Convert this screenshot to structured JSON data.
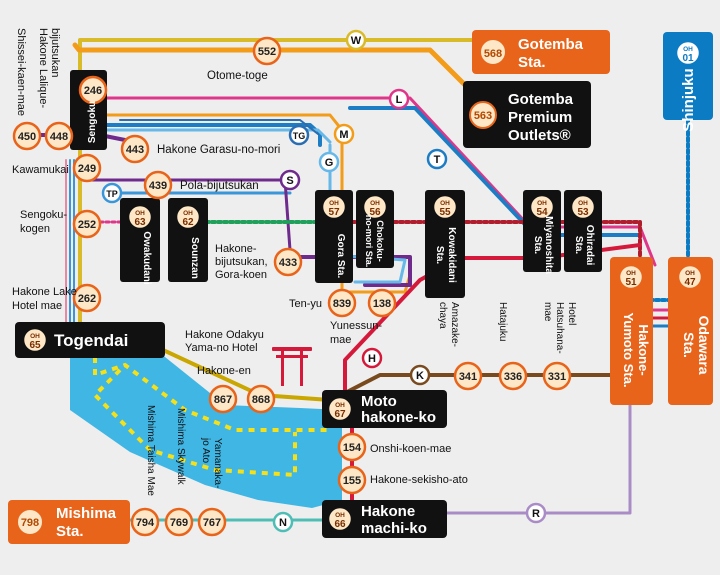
{
  "colors": {
    "bg": "#eeeeee",
    "lake": "#3fb6e4",
    "orange": "#e8641b",
    "stop_fill": "#fde7c6",
    "black": "#111111",
    "gold_line": "#c9a600",
    "tozan_red": "#d5193a",
    "cable_green": "#20a05a",
    "ropeway_purple": "#6e2b8c",
    "route_T_blue": "#1c7cc4",
    "route_M_orange": "#f39c1a",
    "route_G_blue": "#66b8e8",
    "route_W_yellow": "#d9bb2a",
    "route_L_pink": "#e0368a",
    "route_K_brown": "#7a4a1f",
    "route_N_teal": "#4dbdb5",
    "route_R_lilac": "#a98cc6",
    "route_TP_blue": "#3a96d8",
    "route_H_red": "#d5193a",
    "shinjuku_blue": "#0b7bc4"
  },
  "route_markers": [
    {
      "id": "W",
      "label": "W"
    },
    {
      "id": "L",
      "label": "L"
    },
    {
      "id": "M",
      "label": "M"
    },
    {
      "id": "TG",
      "label": "TG"
    },
    {
      "id": "T",
      "label": "T"
    },
    {
      "id": "G",
      "label": "G"
    },
    {
      "id": "S",
      "label": "S"
    },
    {
      "id": "TP",
      "label": "TP"
    },
    {
      "id": "H",
      "label": "H"
    },
    {
      "id": "K",
      "label": "K"
    },
    {
      "id": "N",
      "label": "N"
    },
    {
      "id": "R",
      "label": "R"
    }
  ],
  "stops": [
    {
      "id": "552",
      "label": "552",
      "name": "Otome-toge"
    },
    {
      "id": "246",
      "label": "246",
      "name": "Sengoku"
    },
    {
      "id": "450",
      "label": "450",
      "name": "Shissei-kaen-mae"
    },
    {
      "id": "448",
      "label": "448",
      "name": "Hakone Lalique-bijutsukan"
    },
    {
      "id": "443",
      "label": "443",
      "name": "Hakone Garasu-no-mori"
    },
    {
      "id": "249",
      "label": "249",
      "name": "Kawamukai"
    },
    {
      "id": "439",
      "label": "439",
      "name": "Pola-bijutsukan"
    },
    {
      "id": "252",
      "label": "252",
      "name": "Sengoku-kogen"
    },
    {
      "id": "262",
      "label": "262",
      "name": "Hakone Lake Hotel mae"
    },
    {
      "id": "433",
      "label": "433",
      "name": "Hakone-bijutsukan, Gora-koen"
    },
    {
      "id": "839",
      "label": "839",
      "name": "Ten-yu"
    },
    {
      "id": "138",
      "label": "138",
      "name": "Yunessun-mae"
    },
    {
      "id": "867",
      "label": "867",
      "name": "Hakone-en"
    },
    {
      "id": "868",
      "label": "868",
      "name": "Hakone Odakyu Yama-no Hotel"
    },
    {
      "id": "341",
      "label": "341",
      "name": "Amazake-chaya"
    },
    {
      "id": "336",
      "label": "336",
      "name": "Hatajuku"
    },
    {
      "id": "331",
      "label": "331",
      "name": "Hotel Hatsuhana-mae"
    },
    {
      "id": "154",
      "label": "154",
      "name": "Onshi-koen-mae"
    },
    {
      "id": "155",
      "label": "155",
      "name": "Hakone-sekisho-ato"
    },
    {
      "id": "794",
      "label": "794",
      "name": "Mishima Taisha Mae"
    },
    {
      "id": "769",
      "label": "769",
      "name": "Mishima Skywalk"
    },
    {
      "id": "767",
      "label": "767",
      "name": "Yamanaka-jo Ato"
    },
    {
      "id": "798",
      "label": "798"
    },
    {
      "id": "568",
      "label": "568"
    },
    {
      "id": "563",
      "label": "563"
    }
  ],
  "labels": {
    "shissei": "Shissei-kaen-mae",
    "lalique": [
      "Hakone Lalique-",
      "bijutsukan"
    ],
    "otome": "Otome-toge",
    "garasu": "Hakone Garasu-no-mori",
    "kawamukai": "Kawamukai",
    "pola": "Pola-bijutsukan",
    "sengoku_kogen": [
      "Sengoku-",
      "kogen"
    ],
    "lake_hotel": [
      "Hakone Lake",
      "Hotel mae"
    ],
    "bijutsukan": [
      "Hakone-",
      "bijutsukan,",
      "Gora-koen"
    ],
    "tenyu": "Ten-yu",
    "yunessun": [
      "Yunessun-",
      "mae"
    ],
    "odakyu": [
      "Hakone Odakyu",
      "Yama-no Hotel"
    ],
    "hakone_en": "Hakone-en",
    "amazake": [
      "Amazake-",
      "chaya"
    ],
    "hatajuku": "Hatajuku",
    "hatsuhana": [
      "Hotel",
      "Hatsuhana-",
      "mae"
    ],
    "onshi": "Onshi-koen-mae",
    "sekisho": "Hakone-sekisho-ato",
    "taisha": "Mishima Taisha Mae",
    "skywalk": "Mishima Skywalk",
    "yamanaka": [
      "Yamanaka-",
      "jo Ato"
    ]
  },
  "stations": {
    "sengoku": {
      "name": "Sengoku"
    },
    "gotemba": {
      "code": "568",
      "name": [
        "Gotemba",
        "Sta."
      ]
    },
    "outlets": {
      "code": "563",
      "name": [
        "Gotemba",
        "Premium",
        "Outlets®"
      ]
    },
    "shinjuku": {
      "oh": "OH",
      "num": "01",
      "name": "Shinjuku"
    },
    "owakudani": {
      "oh": "OH",
      "num": "63",
      "name": "Owakudani"
    },
    "sounzan": {
      "oh": "OH",
      "num": "62",
      "name": "Sounzan"
    },
    "gora": {
      "oh": "OH",
      "num": "57",
      "name": "Gora Sta."
    },
    "chokoku": {
      "oh": "OH",
      "num": "56",
      "name": [
        "Chokoku-",
        "no-mori Sta."
      ]
    },
    "kowakidani": {
      "oh": "OH",
      "num": "55",
      "name": [
        "Kowakidani",
        "Sta."
      ]
    },
    "miyanoshita": {
      "oh": "OH",
      "num": "54",
      "name": [
        "Miyanoshita",
        "Sta."
      ]
    },
    "ohiradai": {
      "oh": "OH",
      "num": "53",
      "name": [
        "Ohiradai",
        "Sta."
      ]
    },
    "yumoto": {
      "oh": "OH",
      "num": "51",
      "name": [
        "Hakone-",
        "Yumoto Sta."
      ]
    },
    "odawara": {
      "oh": "OH",
      "num": "47",
      "name": [
        "Odawara",
        "Sta."
      ]
    },
    "togendai": {
      "oh": "OH",
      "num": "65",
      "name": "Togendai"
    },
    "motohakone": {
      "oh": "OH",
      "num": "67",
      "name": [
        "Moto",
        "hakone-ko"
      ]
    },
    "machi": {
      "oh": "OH",
      "num": "66",
      "name": [
        "Hakone",
        "machi-ko"
      ]
    },
    "mishima": {
      "code": "798",
      "name": [
        "Mishima",
        "Sta."
      ]
    }
  }
}
